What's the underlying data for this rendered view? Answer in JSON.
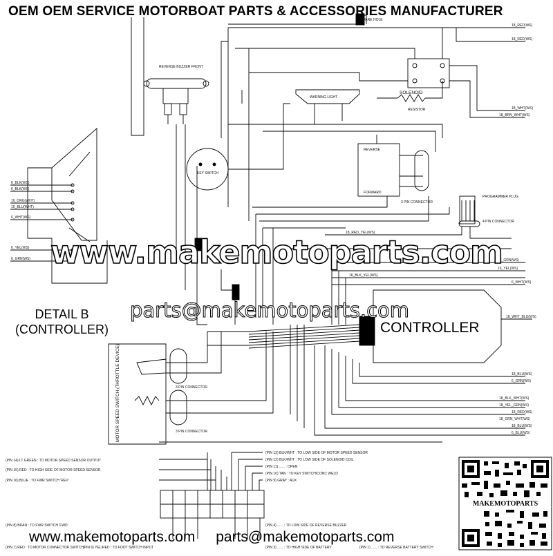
{
  "header": {
    "title": "OEM OEM SERVICE MOTORBOAT PARTS & ACCESSORIES MANUFACTURER"
  },
  "watermark": {
    "site": "www.makemotoparts.com",
    "email": "parts@makemotoparts.com"
  },
  "footer": {
    "site": "www.makemotoparts.com",
    "email": "parts@makemotoparts.com"
  },
  "detail": {
    "line1": "DETAIL B",
    "line2": "(CONTROLLER)"
  },
  "controller": {
    "label": "CONTROLLER"
  },
  "qr": {
    "label": "MAKEMOTOPARTS"
  },
  "components": {
    "reverse_buzzer": "REVERSE BUZZER FRONT",
    "warning_light": "WARNING LIGHT",
    "solenoid": "SOLENOID",
    "resistor": "RESISTOR",
    "key_switch": "KEY SWITCH",
    "reverse": "REVERSE",
    "forward": "FORWARD",
    "fr_connector": "3 PIN CONNECTOR",
    "programmer_plug": "PROGRAMMER PLUG",
    "pin_connector_4": "4 PIN CONNECTOR",
    "motor_speed_switch": "MOTOR SPEED SWITCH (THROTTLE DEVICE)",
    "conn_a": "3 PIN CONNECTOR",
    "conn_b": "3 PIN CONNECTOR"
  },
  "wires_left": [
    "6_BLK(WS)",
    "6_BLK(WS)",
    "10_ORG(WHT)",
    "10_BLU(WHT)",
    "6_WHT(WS)",
    "6_YEL(WS)",
    "6_GRN(WS)"
  ],
  "wires_right_top": [
    "SPARE HOLE",
    "18_RED(WS)",
    "18_RED(WS)",
    "18_WHT(WS)",
    "18_BRN_WHT(WS)"
  ],
  "wires_right_mid": [
    "18_RED_YEL(WS)",
    "16_GRN(WS)",
    "16_YEL(WS)",
    "16_BLK_YEL(WS)",
    "6_WHT(WS)",
    "18_WHT_BLU(WS)"
  ],
  "wires_right_low": [
    "18_BLU(WS)",
    "6_GRN(WS)",
    "18_BLK_WHT(WS)",
    "18_YEL_GRN(WS)",
    "18_RED(WS)",
    "18_GRN_WHT(WS)",
    "18_BLU(WS)",
    "6_BLU(WS)"
  ],
  "pin_notes_left": [
    "(PIN 14) LT GREEN : TO MOTOR SPEED SENSOR OUTPUT",
    "(PIN 15) RED : TO HIGH SIDE OF MOTOR SPEED SENSOR",
    "(PIN 16) BLUE : TO FWR SWITCH 'REV'"
  ],
  "pin_notes_right": [
    "(PIN 13) BLK/WHT : TO LOW SIDE OF MOTOR SPEED SENSOR",
    "(PIN 12) BLK/WHT : TO LOW SIDE OF SOLENOID COIL",
    "(PIN 11) ...... : OPEN",
    "(PIN 10) TAN : TO KEY SWITCH/CONC WELD",
    "(PIN 9) GRAY : AUX"
  ],
  "pin_notes_bottom_left": [
    "(PIN 8) BRAN : TO FWR SWITCH 'FWD'",
    "(PIN 7) RED : TO MOTOR CONNECTOR SWITCH",
    "(PIN 6) YEL/RED : TO FOOT SWITCH INPUT"
  ],
  "pin_notes_bottom_right": [
    "(PIN 4) ...... : TO LOW SIDE OF REVERSE BUZZER",
    "(PIN 3) ...... : TO HIGH SIDE OF BATTERY",
    "(PIN 1) ...... : TO REVERSE BATTERY SWITCH"
  ]
}
